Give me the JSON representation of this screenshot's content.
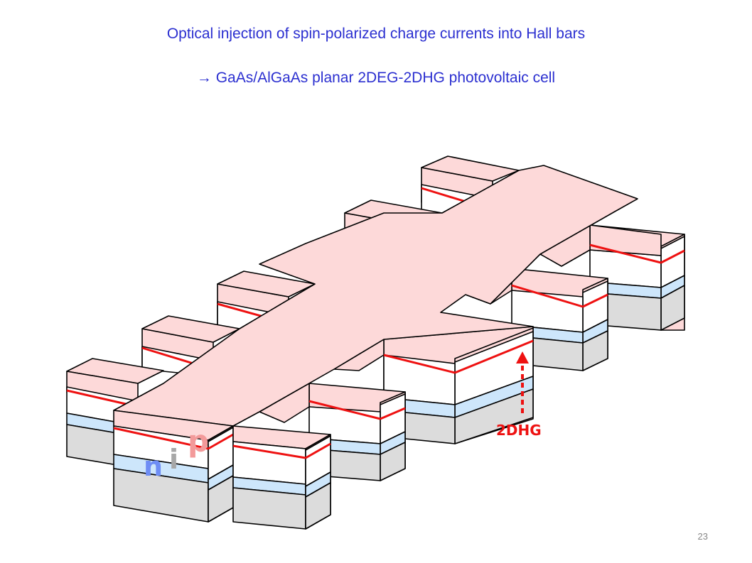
{
  "slide": {
    "title_line1": "Optical injection of spin-polarized charge currents into Hall bars",
    "title_line2": "→ GaAs/AlGaAs planar 2DEG-2DHG photovoltaic cell",
    "page_number": "23"
  },
  "diagram": {
    "label_2dhg": "2DHG",
    "label_n": "n",
    "label_i": "i",
    "label_p": "p",
    "colors": {
      "p_layer": "#fdd9d9",
      "i_layer": "#ffffff",
      "n_layer": "#cde6fb",
      "substrate": "#dcdcdc",
      "quantum_well_line": "#ee1111",
      "outline": "#000000",
      "label_n": "#6e8df5",
      "label_i": "#a7a7a7",
      "label_p": "#f39a9a",
      "title": "#2b2fd0"
    }
  }
}
